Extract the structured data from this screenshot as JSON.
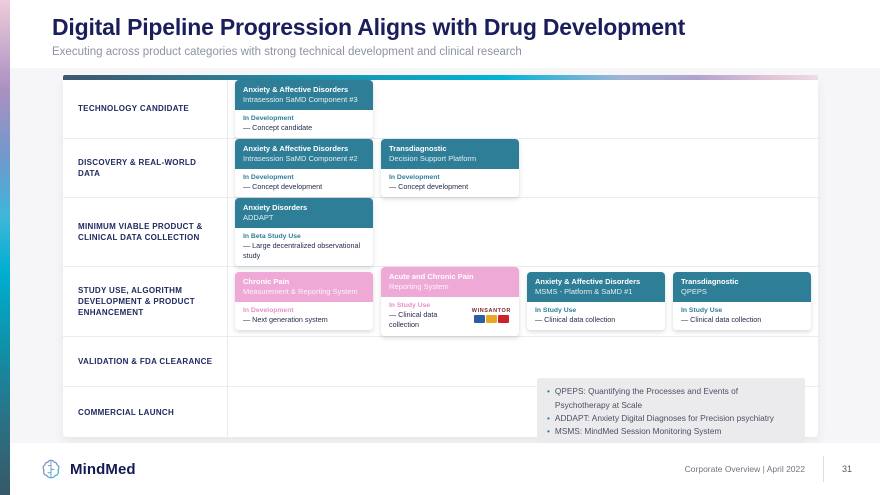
{
  "header": {
    "title": "Digital Pipeline Progression Aligns with Drug Development",
    "subtitle": "Executing across product categories with strong technical development and clinical research"
  },
  "pipeline": {
    "rows": [
      {
        "label": "Technology Candidate",
        "cards": [
          {
            "category": "Anxiety & Affective Disorders",
            "product": "Intrasession SaMD Component #3",
            "status": "In Development",
            "detail": "— Concept candidate",
            "theme": "teal"
          }
        ]
      },
      {
        "label": "Discovery & Real-World Data",
        "cards": [
          {
            "category": "Anxiety & Affective Disorders",
            "product": "Intrasession SaMD Component #2",
            "status": "In Development",
            "detail": "— Concept development",
            "theme": "teal"
          },
          {
            "category": "Transdiagnostic",
            "product": "Decision Support Platform",
            "status": "In Development",
            "detail": "— Concept development",
            "theme": "teal"
          }
        ]
      },
      {
        "label": "Minimum Viable Product & Clinical Data Collection",
        "cards": [
          {
            "category": "Anxiety Disorders",
            "product": "ADDAPT",
            "status": "In Beta Study Use",
            "detail": "— Large decentralized observational study",
            "theme": "teal"
          }
        ]
      },
      {
        "label": "Study Use, Algorithm Development & Product Enhancement",
        "cards": [
          {
            "category": "Chronic Pain",
            "product": "Measurement & Reporting System",
            "status": "In Development",
            "detail": "— Next generation system",
            "theme": "pink"
          },
          {
            "category": "Acute and Chronic Pain",
            "product": "Reporting System",
            "status": "In Study Use",
            "detail": "— Clinical data collection",
            "theme": "pink",
            "partner_logo": "WINSANTOR"
          },
          {
            "category": "Anxiety & Affective Disorders",
            "product": "MSMS - Platform & SaMD #1",
            "status": "In Study Use",
            "detail": "— Clinical data collection",
            "theme": "teal"
          },
          {
            "category": "Transdiagnostic",
            "product": "QPEPS",
            "status": "In Study Use",
            "detail": "— Clinical data collection",
            "theme": "teal"
          }
        ]
      },
      {
        "label": "Validation & FDA Clearance",
        "cards": []
      },
      {
        "label": "Commercial Launch",
        "cards": []
      }
    ]
  },
  "notes": {
    "items": [
      "QPEPS: Quantifying the Processes and Events of Psychotherapy at Scale",
      "ADDAPT: Anxiety Digital Diagnoses for Precision psychiatry",
      "MSMS: MindMed Session Monitoring System"
    ]
  },
  "footer": {
    "brand": "MindMed",
    "note": "Corporate Overview | April 2022",
    "page": "31"
  },
  "colors": {
    "teal_header": "#2e7e97",
    "pink_header": "#efa9d6",
    "pink_status": "#e78fc7",
    "title_navy": "#1a1f5c",
    "accent_cyan": "#00b1d4",
    "notes_bg": "#ebebee"
  }
}
